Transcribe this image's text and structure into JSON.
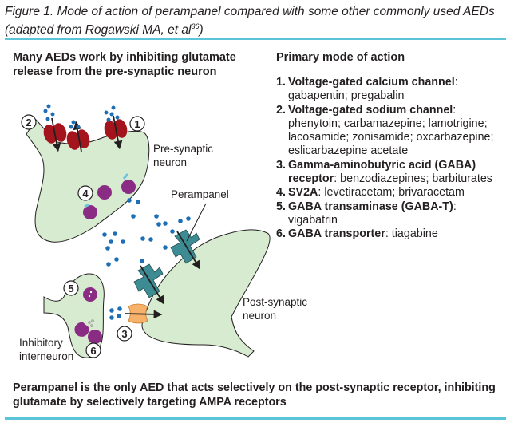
{
  "caption": {
    "text": "Figure 1. Mode of action of perampanel compared with some other commonly used AEDs (adapted from Rogawski MA, et al",
    "superscript": "36",
    "suffix": ")"
  },
  "colors": {
    "rule": "#5bc4d9",
    "neuron_fill": "#d7ebd0",
    "glutamate": "#1f6fb6",
    "channel_red": "#a3141c",
    "vesicle_purple": "#8a2c84",
    "ampa_teal": "#3d8c93",
    "gaba_receptor": "#f6b26b"
  },
  "left_panel": {
    "heading": "Many AEDs work by inhibiting glutamate release from the pre-synaptic neuron"
  },
  "diagram": {
    "labels": {
      "presynaptic": [
        "Pre-synaptic",
        "neuron"
      ],
      "postsynaptic": [
        "Post-synaptic",
        "neuron"
      ],
      "interneuron": [
        "Inhibitory",
        "interneuron"
      ],
      "perampanel": "Perampanel"
    },
    "badges": [
      "1",
      "2",
      "3",
      "4",
      "5",
      "6"
    ]
  },
  "right_panel": {
    "heading": "Primary mode of action",
    "items": [
      {
        "number": "1.",
        "term": "Voltage-gated calcium channel",
        "drugs": "gabapentin; pregabalin"
      },
      {
        "number": "2.",
        "term": "Voltage-gated sodium channel",
        "drugs": "phenytoin; carbamazepine; lamotrigine; lacosamide; zonisamide; oxcarbazepine; eslicarbazepine acetate"
      },
      {
        "number": "3.",
        "term": "Gamma-aminobutyric acid (GABA) receptor",
        "drugs": "benzodiazepines; barbiturates"
      },
      {
        "number": "4.",
        "term": "SV2A",
        "drugs": "levetiracetam; brivaracetam"
      },
      {
        "number": "5.",
        "term": "GABA transaminase (GABA-T)",
        "drugs": "vigabatrin"
      },
      {
        "number": "6.",
        "term": "GABA transporter",
        "drugs": "tiagabine"
      }
    ]
  },
  "footer": {
    "text": "Perampanel is the only AED that acts selectively on the post-synaptic receptor, inhibiting glutamate by selectively targeting AMPA receptors"
  }
}
